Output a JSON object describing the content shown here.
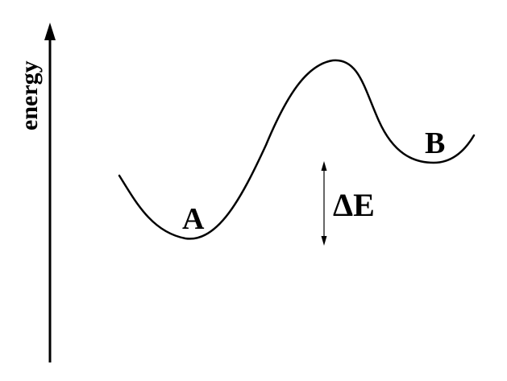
{
  "diagram": {
    "axis_label": "energy",
    "state_a_label": "A",
    "state_b_label": "B",
    "delta_label": "ΔE",
    "line_color": "#000000",
    "background_color": "#ffffff"
  }
}
